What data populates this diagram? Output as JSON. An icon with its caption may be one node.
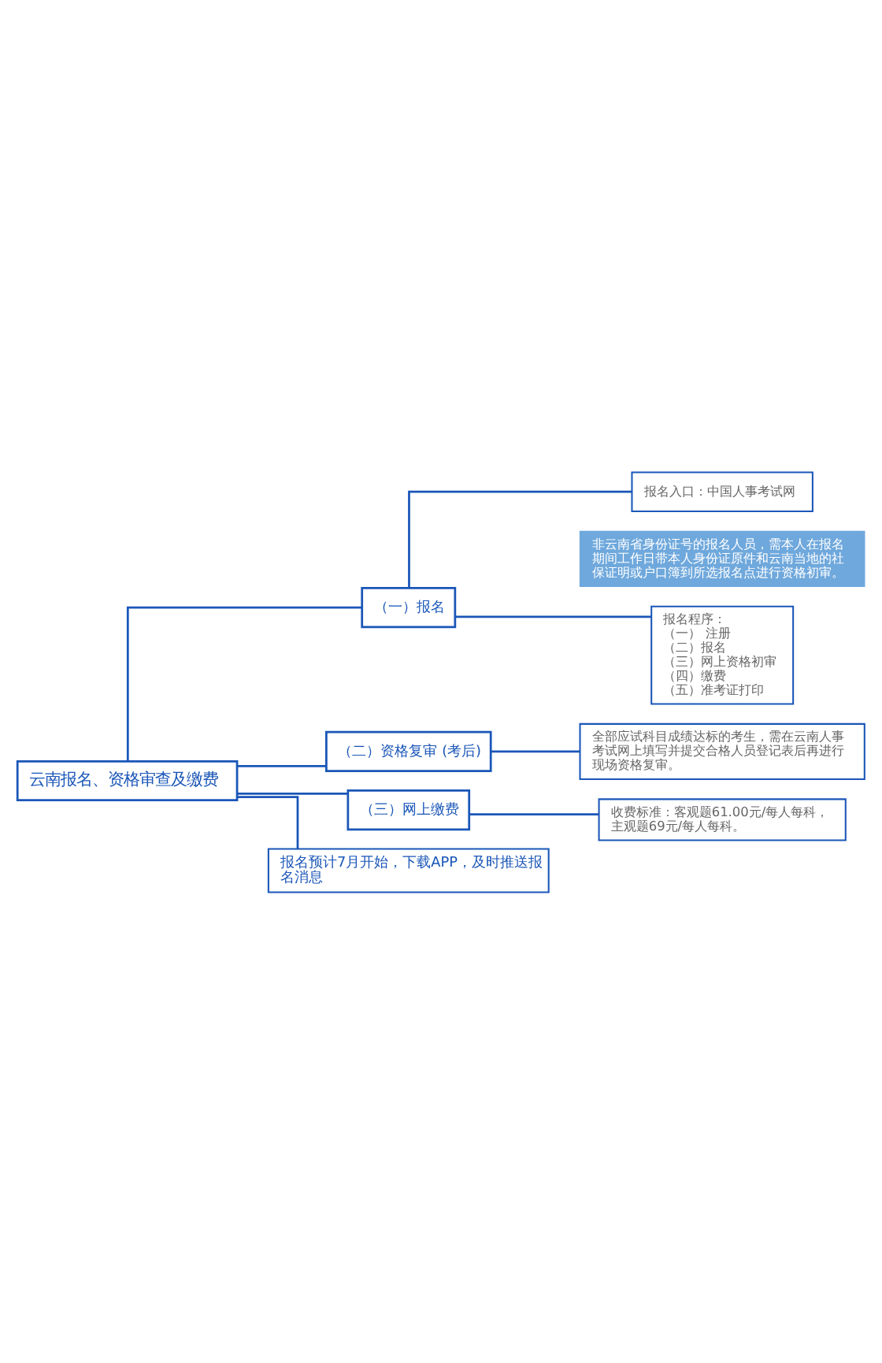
{
  "diagram": {
    "nodes": [
      {
        "text": [
          "云南报名、资格审查及缴费"
        ]
      },
      {
        "text": [
          "（一）报名"
        ]
      },
      {
        "text": [
          "报名入口：中国人事考试网"
        ]
      },
      {
        "text": [
          "非云南省身份证号的报名人员，需本人在报名期间工作日带本人身份证原件和云南当地的社保证明或户口簿到所选报名点进行资格初审。"
        ]
      },
      {
        "text": [
          "报名程序：",
          "（一） 注册",
          "（二）报名",
          "（三）网上资格初审",
          "（四）缴费",
          "（五）准考证打印"
        ]
      },
      {
        "text": [
          "（二）资格复审 (考后)"
        ]
      },
      {
        "text": [
          "全部应试科目成绩达标的考生，需在云南人事考试网上填写并提交合格人员登记表后再进行现场资格复审。"
        ]
      },
      {
        "text": [
          "（三）网上缴费"
        ]
      },
      {
        "text": [
          "收费标准：客观题61.00元/每人每科，主观题69元/每人每科。"
        ]
      },
      {
        "text": [
          "报名预计7月开始，下载APP，及时推送报名消息"
        ]
      }
    ],
    "edges": [
      {
        "from": 0,
        "to": 1,
        "arrow": "none"
      },
      {
        "from": 1,
        "to": 2,
        "arrow": "none"
      },
      {
        "from": 1,
        "to": 4,
        "arrow": "none"
      },
      {
        "from": 0,
        "to": 5,
        "arrow": "none"
      },
      {
        "from": 5,
        "to": 6,
        "arrow": "none"
      },
      {
        "from": 0,
        "to": 7,
        "arrow": "none"
      },
      {
        "from": 7,
        "to": 8,
        "arrow": "none"
      },
      {
        "from": 0,
        "to": 9,
        "arrow": "none"
      }
    ]
  }
}
